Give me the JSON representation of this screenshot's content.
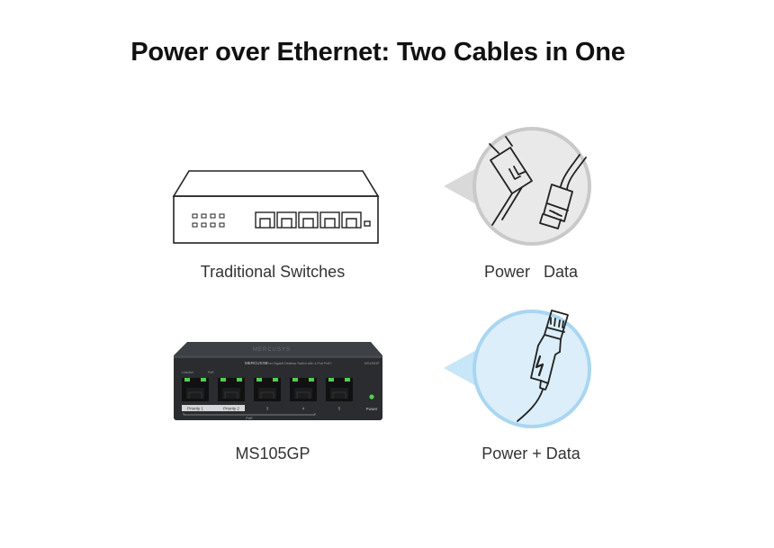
{
  "title": "Power over Ethernet: Two Cables in One",
  "rows": [
    {
      "device_label": "Traditional Switches",
      "connection_label": "Power   Data",
      "icons": [
        "switch-icon",
        "power-plug-icon",
        "ethernet-cable-icon"
      ]
    },
    {
      "device_label": "MS105GP",
      "connection_label": "Power + Data",
      "device_text": {
        "brand": "MERCUSYS",
        "description": "5-Port Gigabit Desktop Switch with 4-Port PoE+",
        "model": "MS105GP",
        "link_act": "Link/Act",
        "poe": "PoE",
        "port_labels": [
          "Priority 1",
          "Priority 2",
          "3",
          "4",
          "5"
        ],
        "poe_bracket": "PoE",
        "power": "Power"
      },
      "icons": [
        "poe-switch-icon",
        "poe-cable-icon"
      ]
    }
  ],
  "colors": {
    "top_circle_fill": "#e9e9e9",
    "top_circle_stroke": "#c9c9c9",
    "bottom_circle_fill": "#dbeefa",
    "bottom_circle_stroke": "#a9d6f1",
    "device_body": "#2a2c2f",
    "port_led": "#4fd14f"
  }
}
